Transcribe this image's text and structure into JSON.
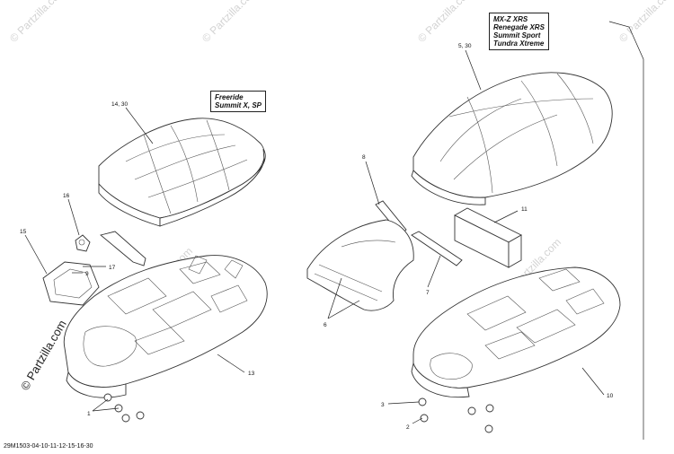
{
  "watermark_text": "© Partzilla.com",
  "drawing_code": "29M1503-04-10-11-12-15-16-30",
  "model_groups": {
    "left": [
      "Freeride",
      "Summit X, SP"
    ],
    "right": [
      "MX-Z XRS",
      "Renegade XRS",
      "Summit Sport",
      "Tundra Xtreme"
    ]
  },
  "callouts": {
    "c14_30": "14, 30",
    "c16": "16",
    "c15": "15",
    "c17": "17",
    "c9": "9",
    "c13": "13",
    "c1": "1",
    "c5_30": "5, 30",
    "c8": "8",
    "c11": "11",
    "c6": "6",
    "c7": "7",
    "c10": "10",
    "c3": "3",
    "c2": "2"
  }
}
